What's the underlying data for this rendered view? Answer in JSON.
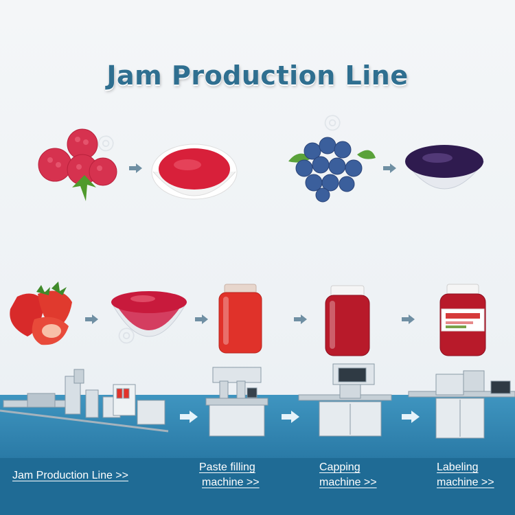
{
  "title": "Jam Production Line",
  "links": {
    "production_line": "Jam Production Line >>",
    "paste_filling_1": "Paste filling",
    "paste_filling_2": "machine >>",
    "capping_1": "Capping",
    "capping_2": "machine >>",
    "labeling_1": "Labeling",
    "labeling_2": "machine >>"
  },
  "colors": {
    "title": "#2f6f90",
    "band": "#3f95c0",
    "bottom_bar": "#1f6b95",
    "arrow": "#6f8fa3"
  },
  "icons": {
    "raspberries": "raspberry-icon",
    "blueberries": "blueberry-icon",
    "strawberries": "strawberry-icon"
  }
}
